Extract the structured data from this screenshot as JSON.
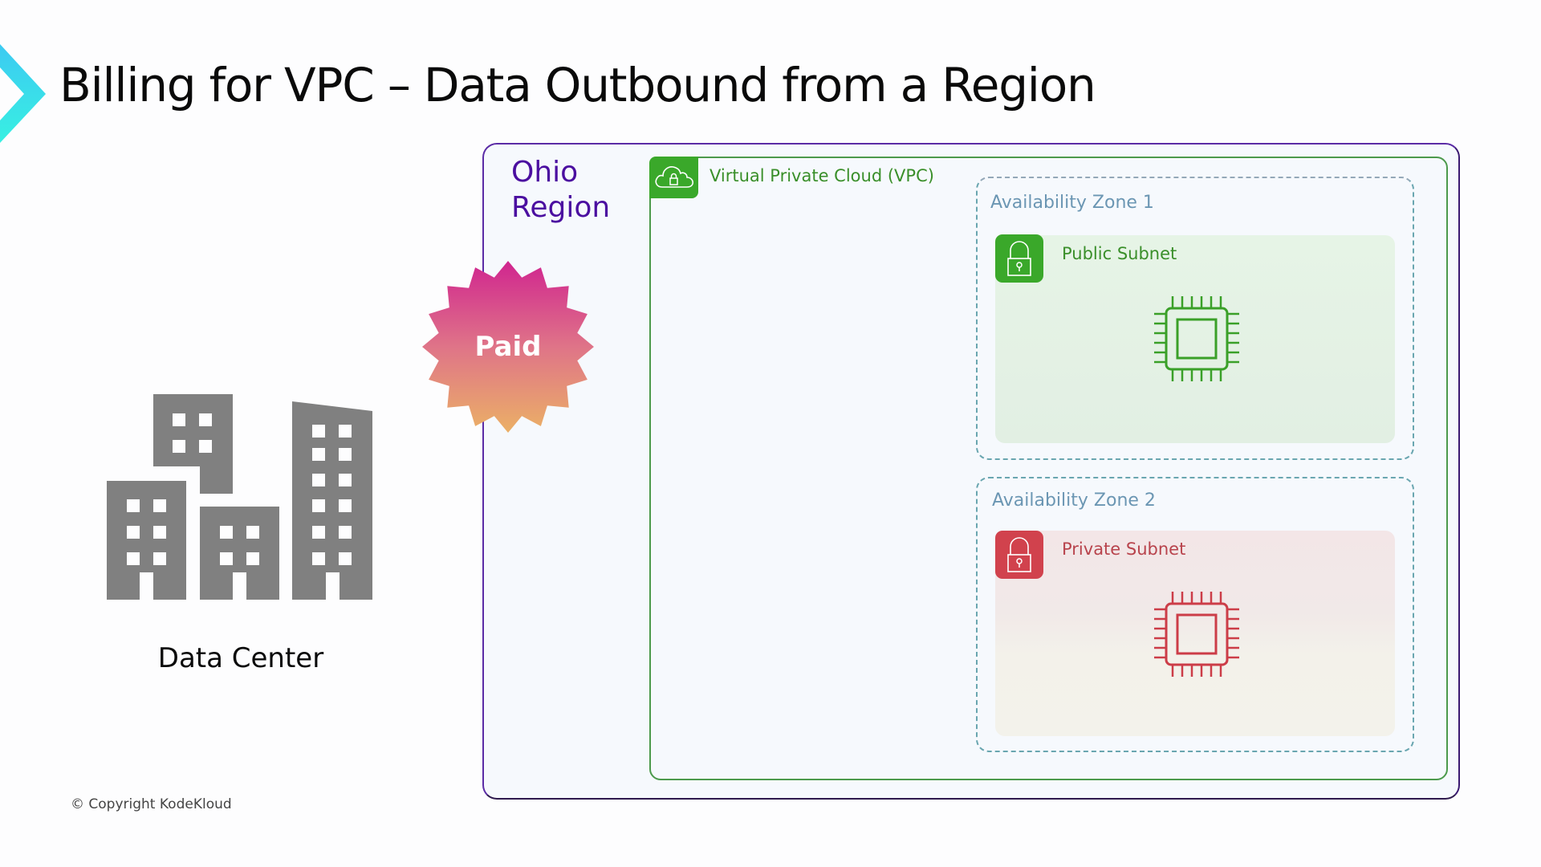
{
  "slide": {
    "title": "Billing for VPC – Data Outbound from a Region",
    "copyright": "© Copyright KodeKloud"
  },
  "data_center": {
    "label": "Data Center",
    "icon": "office-buildings-icon"
  },
  "badge": {
    "label": "Paid",
    "icon": "starburst-badge",
    "gradient_top": "#d0258f",
    "gradient_bottom": "#ebb066"
  },
  "region": {
    "label": "Ohio Region",
    "border_color": "#4a2590",
    "label_color": "#4b0fa0"
  },
  "vpc": {
    "label": "Virtual Private Cloud (VPC)",
    "icon": "cloud-lock-icon",
    "color": "#3aa82a"
  },
  "availability_zones": [
    {
      "label": "Availability Zone 1",
      "subnet": {
        "label": "Public Subnet",
        "type": "public",
        "icon": "lock-icon",
        "resource_icon": "chip-icon",
        "color": "#3aa82a"
      }
    },
    {
      "label": "Availability Zone 2",
      "subnet": {
        "label": "Private Subnet",
        "type": "private",
        "icon": "lock-icon",
        "resource_icon": "chip-icon",
        "color": "#d1424d"
      }
    }
  ]
}
